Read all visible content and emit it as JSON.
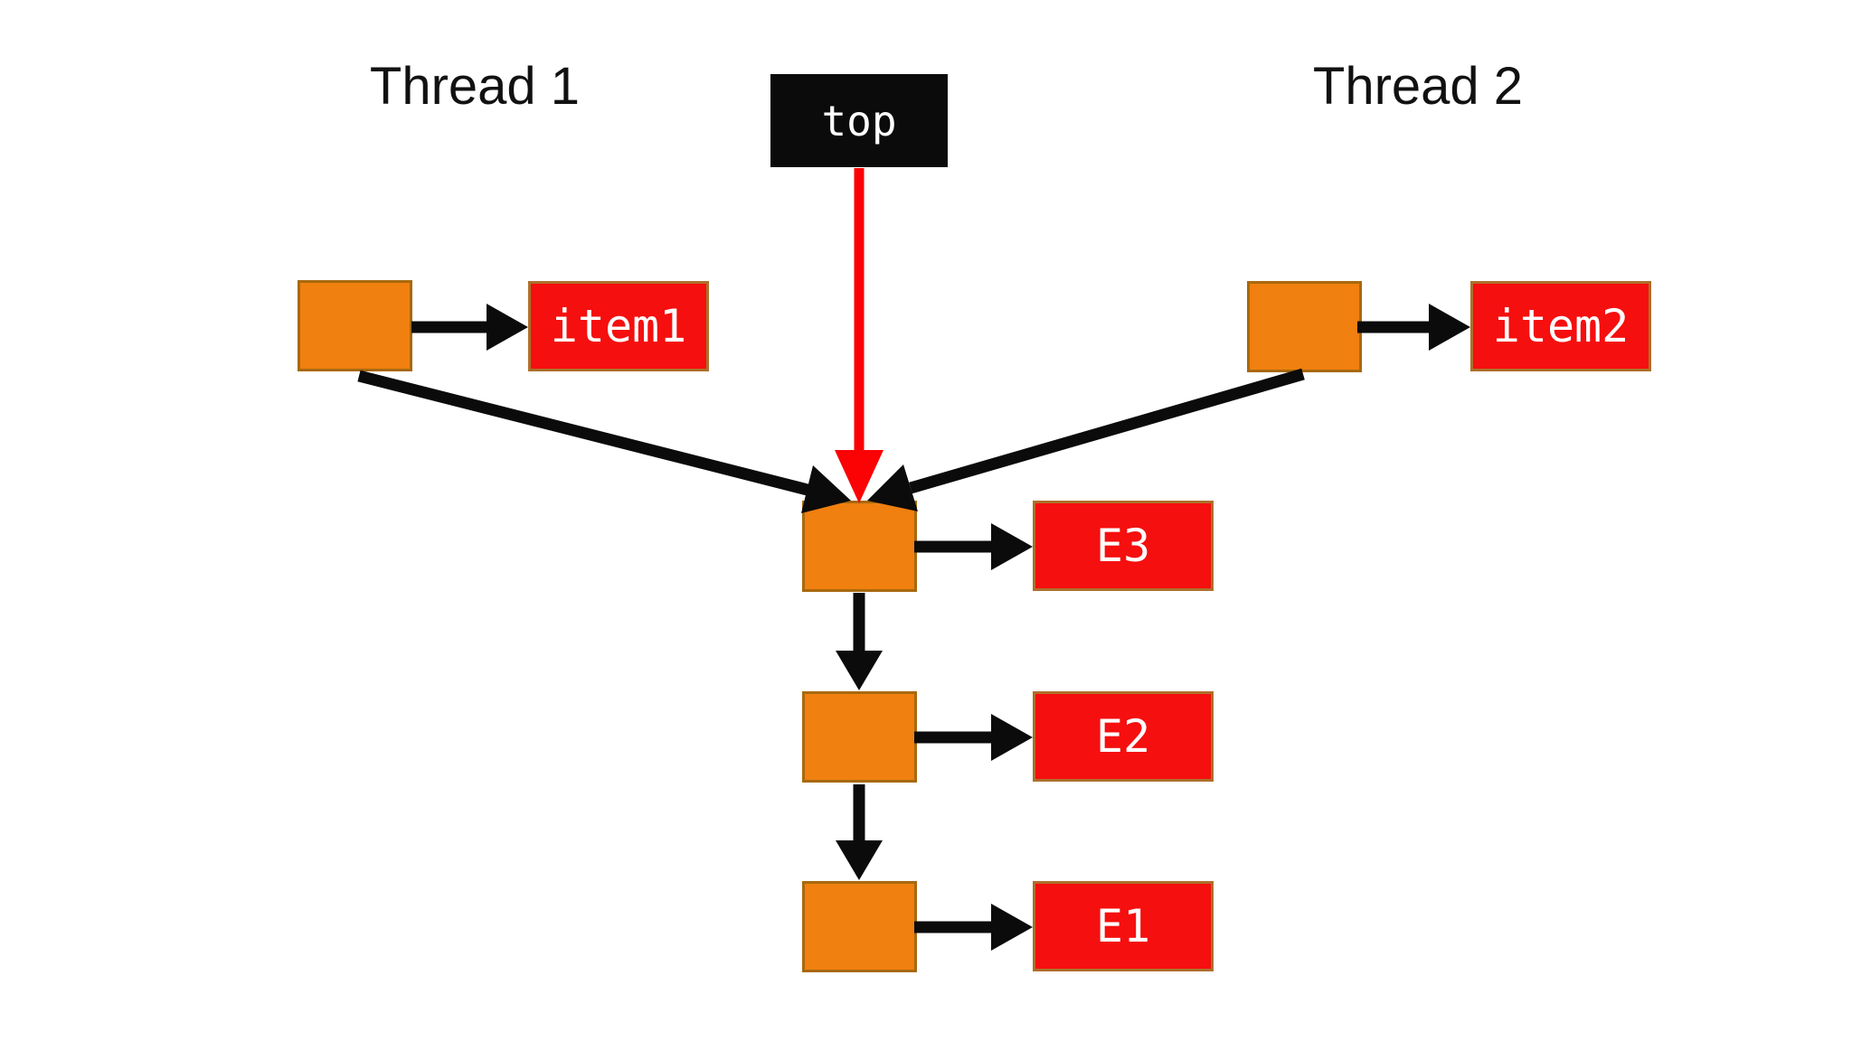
{
  "diagram": {
    "title_thread1": "Thread 1",
    "title_thread2": "Thread 2",
    "top_label": "top",
    "items": {
      "item1": "item1",
      "item2": "item2"
    },
    "stack_cells": [
      {
        "label": "E3"
      },
      {
        "label": "E2"
      },
      {
        "label": "E1"
      }
    ],
    "colors": {
      "background": "#FFFFFF",
      "node_fill": "#F0800F",
      "node_border": "#A8690E",
      "cell_fill": "#F50F0F",
      "cell_border": "#AD702B",
      "top_box_bg": "#0B0B0B",
      "arrow_black": "#0B0B0B",
      "arrow_red": "#FB0205",
      "label_text": "#111111",
      "cell_text": "#FFFFFF"
    }
  }
}
